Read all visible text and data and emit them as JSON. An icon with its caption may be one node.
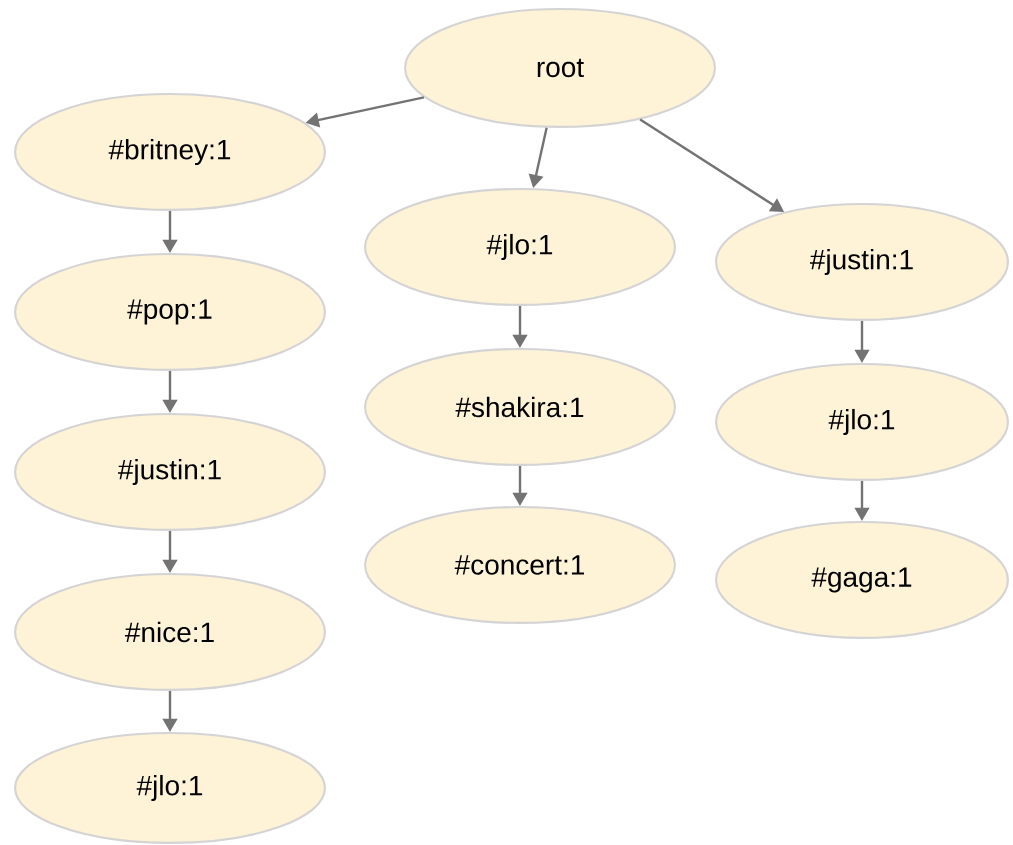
{
  "diagram": {
    "nodes": [
      {
        "text": [
          "root"
        ]
      },
      {
        "text": [
          "#britney:1"
        ]
      },
      {
        "text": [
          "#pop:1"
        ]
      },
      {
        "text": [
          "#justin:1"
        ]
      },
      {
        "text": [
          "#nice:1"
        ]
      },
      {
        "text": [
          "#jlo:1"
        ]
      },
      {
        "text": [
          "#jlo:1"
        ]
      },
      {
        "text": [
          "#shakira:1"
        ]
      },
      {
        "text": [
          "#concert:1"
        ]
      },
      {
        "text": [
          "#justin:1"
        ]
      },
      {
        "text": [
          "#jlo:1"
        ]
      },
      {
        "text": [
          "#gaga:1"
        ]
      }
    ],
    "edges": [
      {
        "from": 0,
        "to": 1,
        "arrow": "to"
      },
      {
        "from": 0,
        "to": 6,
        "arrow": "to"
      },
      {
        "from": 0,
        "to": 9,
        "arrow": "to"
      },
      {
        "from": 1,
        "to": 2,
        "arrow": "to"
      },
      {
        "from": 2,
        "to": 3,
        "arrow": "to"
      },
      {
        "from": 3,
        "to": 4,
        "arrow": "to"
      },
      {
        "from": 4,
        "to": 5,
        "arrow": "to"
      },
      {
        "from": 6,
        "to": 7,
        "arrow": "to"
      },
      {
        "from": 7,
        "to": 8,
        "arrow": "to"
      },
      {
        "from": 9,
        "to": 10,
        "arrow": "to"
      },
      {
        "from": 10,
        "to": 11,
        "arrow": "to"
      }
    ]
  }
}
